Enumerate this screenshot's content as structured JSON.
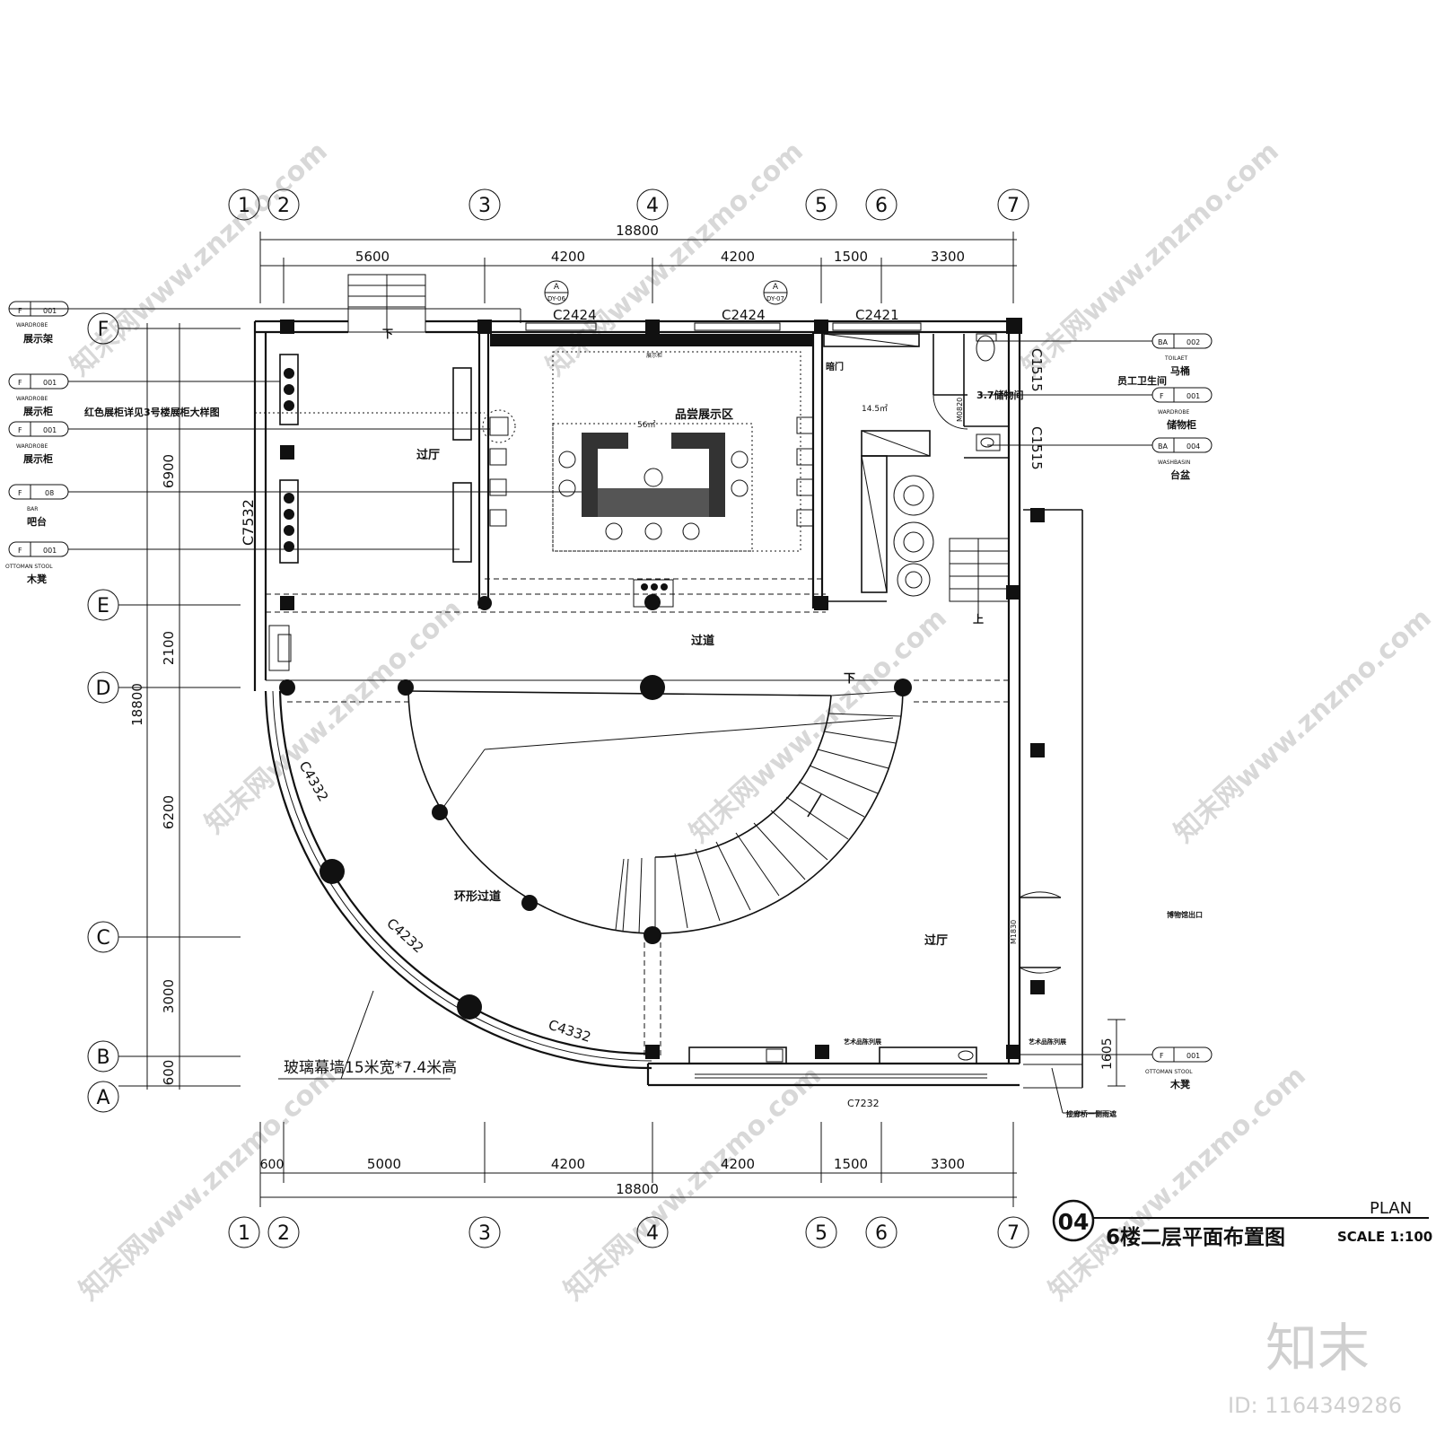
{
  "drawing": {
    "number": "04",
    "title": "6楼二层平面布置图",
    "plan_label": "PLAN",
    "scale": "SCALE 1:100"
  },
  "grid": {
    "columns": [
      "1",
      "2",
      "3",
      "4",
      "5",
      "6",
      "7"
    ],
    "rows": [
      "F",
      "E",
      "D",
      "C",
      "B",
      "A"
    ]
  },
  "dimensions": {
    "top_total": "18800",
    "top_segments": [
      "5600",
      "4200",
      "4200",
      "1500",
      "3300"
    ],
    "bottom_total": "18800",
    "bottom_segments": [
      "600",
      "5000",
      "4200",
      "4200",
      "1500",
      "3300"
    ],
    "left_total": "18800",
    "left_segments": [
      "6900",
      "2100",
      "6200",
      "3000",
      "600"
    ],
    "right_segment": "1605"
  },
  "windows": {
    "c2424_a": "C2424",
    "c2424_b": "C2424",
    "c2421": "C2421",
    "c1515_a": "C1515",
    "c1515_b": "C1515",
    "c7532": "C7532",
    "c4332_a": "C4332",
    "c4232": "C4232",
    "c4332_b": "C4332",
    "c7232": "C7232",
    "m0820": "M0820",
    "m1830": "M1830"
  },
  "section_marks": [
    {
      "letter": "A",
      "code": "DY-06"
    },
    {
      "letter": "A",
      "code": "DY-07"
    }
  ],
  "rooms": {
    "guo_ting_1": "过厅",
    "tasting": "品尝展示区",
    "tasting_area": "56㎡",
    "corridor": "过道",
    "ring_corridor": "环形过道",
    "guo_ting_2": "过厅",
    "storage": "3.7储物间",
    "staff_wc": "员工卫生间",
    "area_14": "14.5㎡",
    "an_men": "暗门",
    "exhibit_cabinet": "展示柜",
    "red_note": "红色展柜详见3号楼展柜大样图",
    "glass_wall": "玻璃幕墙15米宽*7.4米高",
    "museum_exit": "博物馆出口",
    "art_display_1": "艺术品陈列展",
    "art_display_2": "艺术品陈列展",
    "bridge_note": "接廊桥一侧雨遮",
    "down_1": "下",
    "down_2": "下",
    "up_1": "上"
  },
  "left_tags": [
    {
      "cat": "F",
      "num": "001",
      "en": "WARDROBE",
      "cn": "展示架"
    },
    {
      "cat": "F",
      "num": "001",
      "en": "WARDROBE",
      "cn": "展示柜"
    },
    {
      "cat": "F",
      "num": "001",
      "en": "WARDROBE",
      "cn": "展示柜"
    },
    {
      "cat": "F",
      "num": "08",
      "en": "BAR",
      "cn": "吧台"
    },
    {
      "cat": "F",
      "num": "001",
      "en": "OTTOMAN STOOL",
      "cn": "木凳"
    }
  ],
  "right_tags": [
    {
      "cat": "BA",
      "num": "002",
      "en": "TOILAET",
      "cn": "马桶"
    },
    {
      "cat": "F",
      "num": "001",
      "en": "WARDROBE",
      "cn": "储物柜"
    },
    {
      "cat": "BA",
      "num": "004",
      "en": "WASHBASIN",
      "cn": "台盆"
    },
    {
      "cat": "F",
      "num": "001",
      "en": "OTTOMAN STOOL",
      "cn": "木凳"
    }
  ],
  "watermark": {
    "site": "知末网www.znzmo.com",
    "logo": "知末",
    "id": "ID: 1164349286"
  }
}
